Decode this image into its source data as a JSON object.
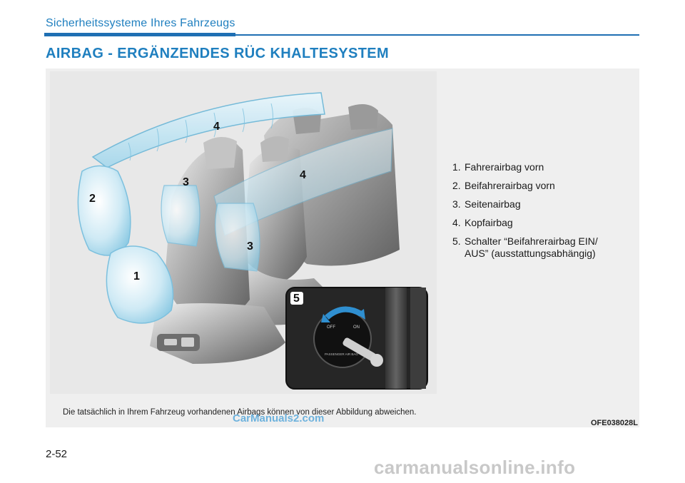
{
  "header": {
    "section": "Sicherheitssysteme Ihres Fahrzeugs",
    "title": "AIRBAG - ERGÄNZENDES RÜC KHALTESYSTEM"
  },
  "figure": {
    "callouts": [
      "1",
      "2",
      "3",
      "3",
      "4",
      "4",
      "5"
    ],
    "switch_labels": {
      "off": "OFF",
      "on": "ON",
      "caption": "PASSENGER AIR BAG"
    },
    "disclaimer": "Die tatsächlich in Ihrem Fahrzeug vorhandenen Airbags können von dieser Abbildung abweichen.",
    "code": "OFE038028L"
  },
  "legend": [
    {
      "num": "1.",
      "text": "Fahrerairbag vorn"
    },
    {
      "num": "2.",
      "text": "Beifahrerairbag vorn"
    },
    {
      "num": "3.",
      "text": "Seitenairbag"
    },
    {
      "num": "4.",
      "text": "Kopfairbag"
    },
    {
      "num": "5.",
      "text": "Schalter “Beifahrerairbag EIN/ AUS” (ausstattungsabhängig)"
    }
  ],
  "footer": {
    "page_number": "2-52",
    "watermark_small": "CarManuals2.com",
    "watermark_big": "carmanualsonline.info"
  }
}
